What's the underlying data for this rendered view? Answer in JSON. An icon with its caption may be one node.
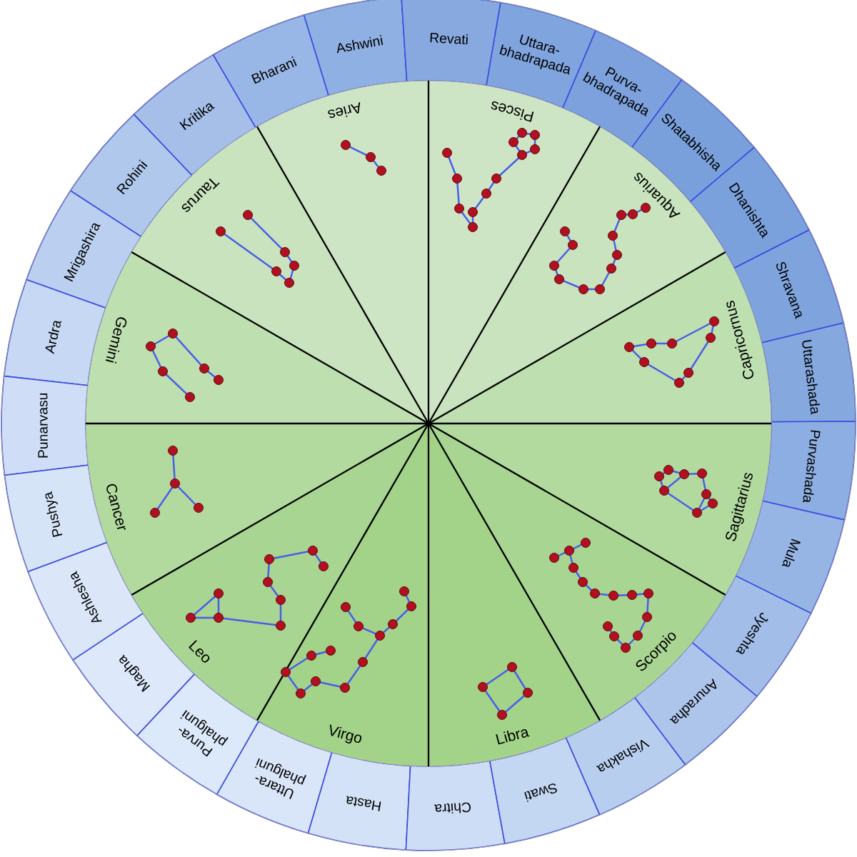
{
  "diagram": {
    "nodes": [
      {
        "text": [
          "Aries"
        ]
      },
      {
        "text": [
          "Taurus"
        ]
      },
      {
        "text": [
          "Gemini"
        ]
      },
      {
        "text": [
          "Cancer"
        ]
      },
      {
        "text": [
          "Leo"
        ]
      },
      {
        "text": [
          "Virgo"
        ]
      },
      {
        "text": [
          "Libra"
        ]
      },
      {
        "text": [
          "Scorpio"
        ]
      },
      {
        "text": [
          "Sagittarius"
        ]
      },
      {
        "text": [
          "Capricornus"
        ]
      },
      {
        "text": [
          "Aquarius"
        ]
      },
      {
        "text": [
          "Pisces"
        ]
      },
      {
        "text": [
          "Ashwini"
        ]
      },
      {
        "text": [
          "Bharani"
        ]
      },
      {
        "text": [
          "Kritika"
        ]
      },
      {
        "text": [
          "Rohini"
        ]
      },
      {
        "text": [
          "Mrigashira"
        ]
      },
      {
        "text": [
          "Ardra"
        ]
      },
      {
        "text": [
          "Punarvasu"
        ]
      },
      {
        "text": [
          "Pushya"
        ]
      },
      {
        "text": [
          "Ashlesha"
        ]
      },
      {
        "text": [
          "Magha"
        ]
      },
      {
        "text": [
          "Purva- phalguni"
        ]
      },
      {
        "text": [
          "Uttara- phalguni"
        ]
      },
      {
        "text": [
          "Hasta"
        ]
      },
      {
        "text": [
          "Chitra"
        ]
      },
      {
        "text": [
          "Swati"
        ]
      },
      {
        "text": [
          "Vishakha"
        ]
      },
      {
        "text": [
          "Anuradha"
        ]
      },
      {
        "text": [
          "Jyeshta"
        ]
      },
      {
        "text": [
          "Mula"
        ]
      },
      {
        "text": [
          "Purvashada"
        ]
      },
      {
        "text": [
          "Uttarashada"
        ]
      },
      {
        "text": [
          "Shravana"
        ]
      },
      {
        "text": [
          "Dhanishta"
        ]
      },
      {
        "text": [
          "Shatabhisha"
        ]
      },
      {
        "text": [
          "Purva- bhadrapada"
        ]
      },
      {
        "text": [
          "Uttara- bhadrapada"
        ]
      },
      {
        "text": [
          "Revati"
        ]
      }
    ]
  }
}
